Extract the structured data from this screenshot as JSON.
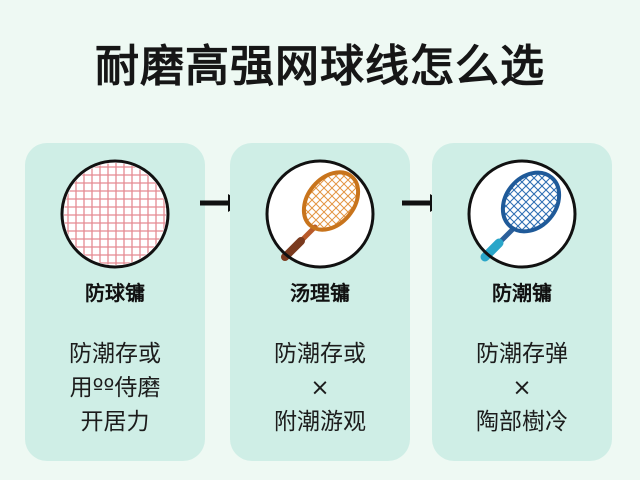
{
  "title": "耐磨高强网球线怎么选",
  "cards": [
    {
      "title": "防球镛",
      "lines": [
        "防潮存或",
        "用ºº侍磨",
        "开居力"
      ],
      "icon": "string-grid-icon",
      "accent": "#e58a92"
    },
    {
      "title": "汤理镛",
      "lines": [
        "防潮存或",
        "×",
        "附潮游观"
      ],
      "icon": "tennis-racket-orange-icon",
      "accent": "#e08a2f"
    },
    {
      "title": "防潮镛",
      "lines": [
        "防潮存弹",
        "×",
        "陶部樹冷"
      ],
      "icon": "tennis-racket-blue-icon",
      "accent": "#2f6fb3"
    }
  ],
  "colors": {
    "background": "#eef9f3",
    "card": "#cfeee6",
    "arrow": "#111111"
  }
}
